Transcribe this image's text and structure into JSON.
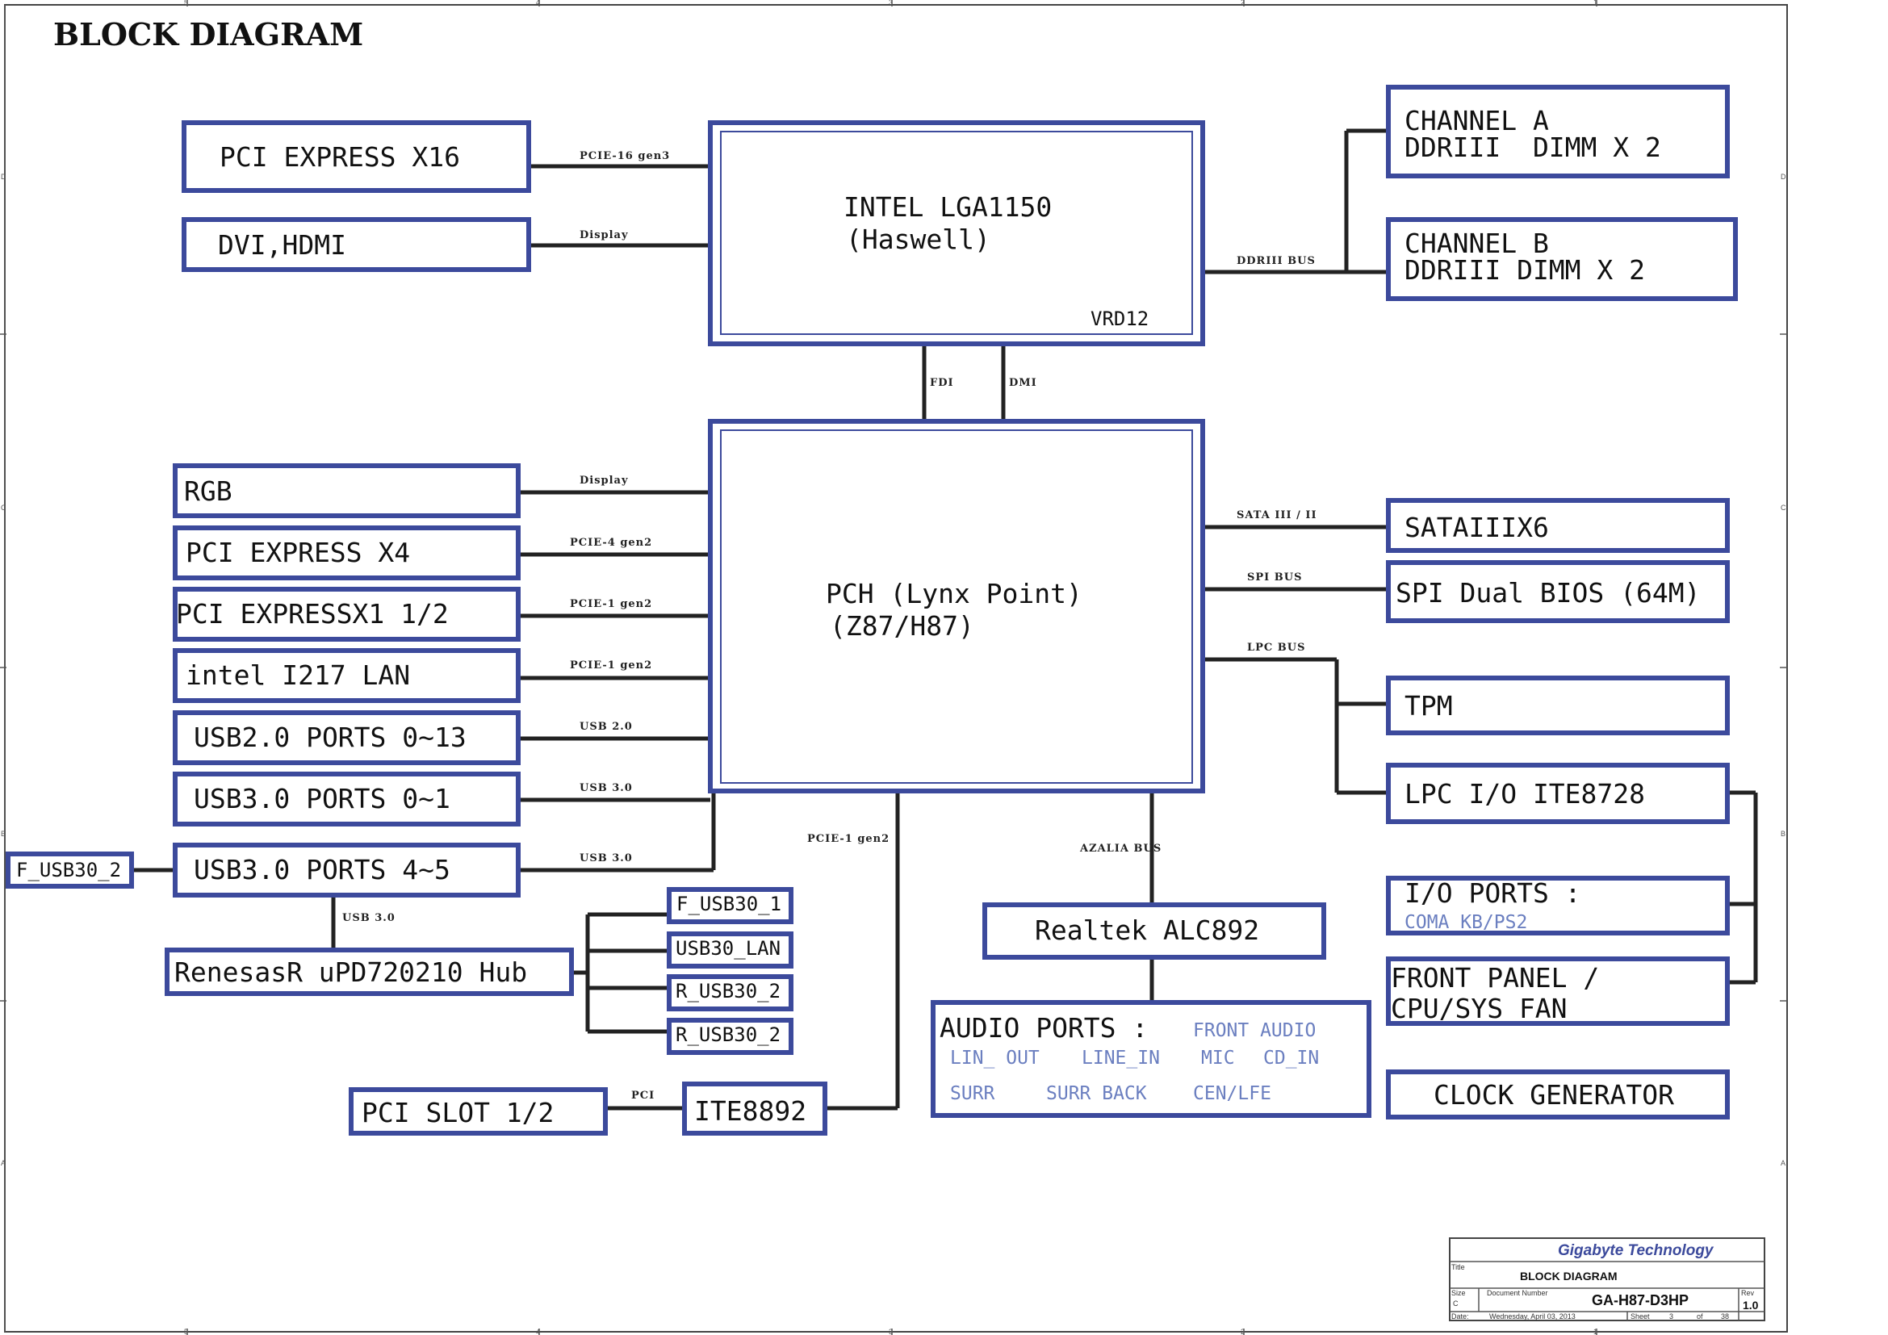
{
  "page_title": "BLOCK DIAGRAM",
  "cpu": {
    "line1": "INTEL LGA1150",
    "line2": "(Haswell)",
    "note": "VRD12"
  },
  "pch": {
    "line1": "PCH (Lynx Point)",
    "line2": "(Z87/H87)"
  },
  "left_top_blocks": [
    {
      "label": "PCI EXPRESS X16",
      "bus": "PCIE-16 gen3"
    },
    {
      "label": "DVI,HDMI",
      "bus": "Display"
    }
  ],
  "memory": {
    "bus": "DDRIII BUS",
    "channel_a": {
      "line1": "CHANNEL A",
      "line2": "DDRIII  DIMM X 2"
    },
    "channel_b": {
      "line1": "CHANNEL B",
      "line2": "DDRIII DIMM X 2"
    }
  },
  "cpu_pch_links": [
    "FDI",
    "DMI"
  ],
  "pch_left_blocks": [
    {
      "label": "RGB",
      "bus": "Display"
    },
    {
      "label": "PCI EXPRESS X4",
      "bus": "PCIE-4 gen2"
    },
    {
      "label": "PCI EXPRESSX1 1/2",
      "bus": "PCIE-1 gen2"
    },
    {
      "label": "intel I217 LAN",
      "bus": "PCIE-1 gen2"
    },
    {
      "label": "USB2.0 PORTS 0~13",
      "bus": "USB 2.0"
    },
    {
      "label": "USB3.0 PORTS 0~1",
      "bus": "USB 3.0"
    },
    {
      "label": "USB3.0 PORTS 4~5",
      "bus": "USB 3.0"
    }
  ],
  "f_usb30_2": "F_USB30_2",
  "hub": {
    "label": "RenesasR uPD720210 Hub",
    "bus": "USB 3.0",
    "ports": [
      "F_USB30_1",
      "USB30_LAN",
      "R_USB30_2",
      "R_USB30_2"
    ]
  },
  "pci_bridge": {
    "bus": "PCIE-1 gen2",
    "chip": "ITE8892",
    "pci_bus": "PCI",
    "slot": "PCI SLOT 1/2"
  },
  "audio": {
    "bus": "AZALIA BUS",
    "codec": "Realtek ALC892",
    "ports_title": "AUDIO PORTS :",
    "ports": [
      "FRONT AUDIO",
      "LIN_ OUT",
      "LINE_IN",
      "MIC",
      "CD_IN",
      "SURR",
      "SURR BACK",
      "CEN/LFE"
    ]
  },
  "pch_right": {
    "sata": {
      "bus": "SATA III / II",
      "label": "SATAIIIX6"
    },
    "spi": {
      "bus": "SPI BUS",
      "label": "SPI Dual BIOS (64M)"
    },
    "lpc": {
      "bus": "LPC BUS",
      "tpm": "TPM",
      "sio": "LPC I/O ITE8728"
    }
  },
  "io_ports": {
    "title": "I/O PORTS :",
    "sub": "COMA  KB/PS2"
  },
  "front_panel": {
    "line1": "FRONT PANEL /",
    "line2": "CPU/SYS FAN"
  },
  "clock": "CLOCK GENERATOR",
  "title_block": {
    "company": "Gigabyte Technology",
    "title_label": "Title",
    "title": "BLOCK DIAGRAM",
    "size_label": "Size",
    "size": "C",
    "docnum_label": "Document Number",
    "docnum": "GA-H87-D3HP",
    "rev_label": "Rev",
    "rev": "1.0",
    "date_label": "Date:",
    "date": "Wednesday, April 03, 2013",
    "sheet_label": "Sheet",
    "sheet": "3",
    "of_label": "of",
    "of": "38"
  },
  "margin_numbers": [
    "5",
    "4",
    "3",
    "2",
    "1"
  ],
  "margin_letters": [
    "D",
    "C",
    "B",
    "A"
  ],
  "colors": {
    "box_stroke": "#3c4a9c",
    "wire": "#222222",
    "sub_text": "#6b7fc0"
  }
}
